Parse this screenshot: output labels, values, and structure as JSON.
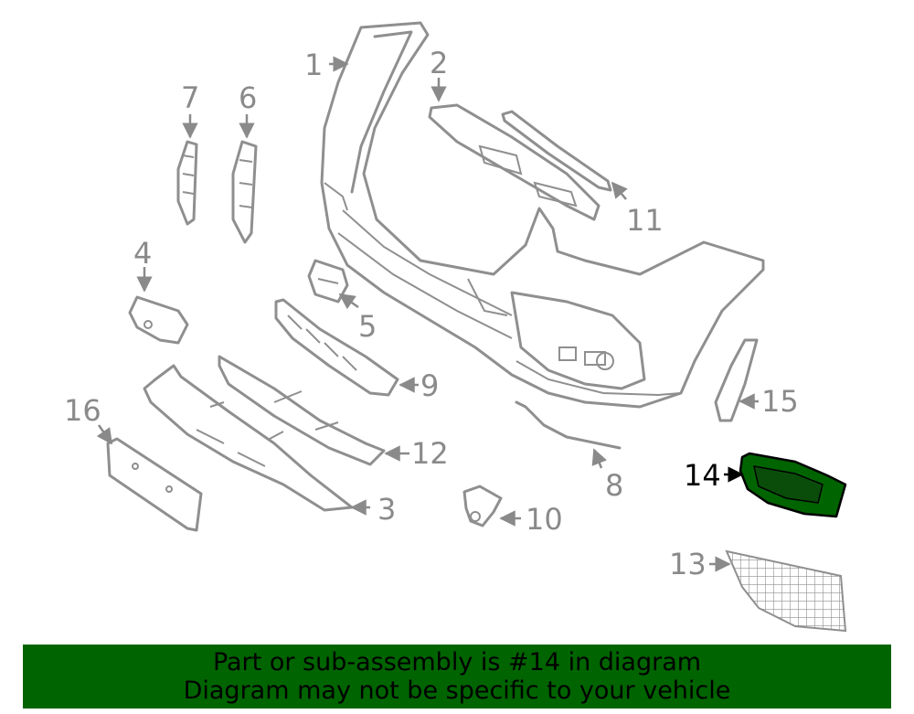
{
  "diagram": {
    "callouts": [
      "1",
      "2",
      "3",
      "4",
      "5",
      "6",
      "7",
      "8",
      "9",
      "10",
      "11",
      "12",
      "13",
      "14",
      "15",
      "16"
    ],
    "highlight_callout": "14",
    "colors": {
      "line": "#8f8f8f",
      "highlight_fill": "#006400",
      "highlight_stroke": "#000000",
      "banner": "#006400",
      "text": "#000000"
    }
  },
  "banner": {
    "line1": "Part or sub-assembly is #14 in diagram",
    "line2": "Diagram may not be specific to your vehicle"
  }
}
